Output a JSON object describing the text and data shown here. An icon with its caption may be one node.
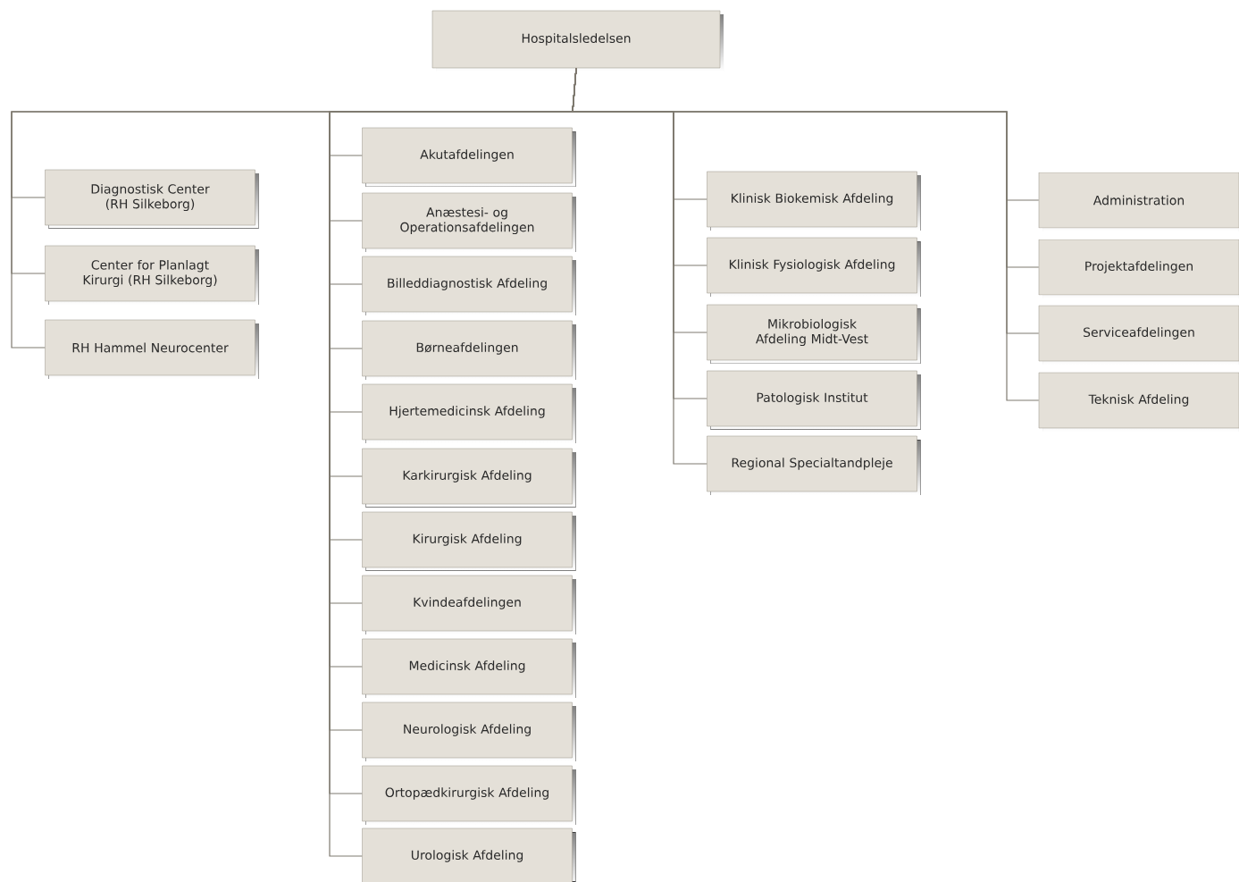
{
  "diagram": {
    "nodes": [
      {
        "text": [
          "Hospitalsledelsen"
        ]
      },
      {
        "text": [
          "Diagnostisk Center (RH Silkeborg)"
        ]
      },
      {
        "text": [
          "Center for Planlagt Kirurgi (RH Silkeborg)"
        ]
      },
      {
        "text": [
          "RH Hammel Neurocenter"
        ]
      },
      {
        "text": [
          "Akutafdelingen"
        ]
      },
      {
        "text": [
          "Anæstesi- og Operationsafdelingen"
        ]
      },
      {
        "text": [
          "Billeddiagnostisk Afdeling"
        ]
      },
      {
        "text": [
          "Børneafdelingen"
        ]
      },
      {
        "text": [
          "Hjertemedicinsk Afdeling"
        ]
      },
      {
        "text": [
          "Karkirurgisk Afdeling"
        ]
      },
      {
        "text": [
          "Kirurgisk Afdeling"
        ]
      },
      {
        "text": [
          "Kvindeafdelingen"
        ]
      },
      {
        "text": [
          "Medicinsk Afdeling"
        ]
      },
      {
        "text": [
          "Neurologisk Afdeling"
        ]
      },
      {
        "text": [
          "Ortopædkirurgisk Afdeling"
        ]
      },
      {
        "text": [
          "Urologisk Afdeling"
        ]
      },
      {
        "text": [
          "Klinisk Biokemisk Afdeling"
        ]
      },
      {
        "text": [
          "Klinisk Fysiologisk Afdeling"
        ]
      },
      {
        "text": [
          "Mikrobiologisk Afdeling Midt-Vest"
        ]
      },
      {
        "text": [
          "Patologisk Institut"
        ]
      },
      {
        "text": [
          "Regional Specialtandpleje"
        ]
      },
      {
        "text": [
          "Administration"
        ]
      },
      {
        "text": [
          "Projektafdelingen"
        ]
      },
      {
        "text": [
          "Serviceafdelingen"
        ]
      },
      {
        "text": [
          "Teknisk Afdeling"
        ]
      }
    ],
    "edges": [
      {
        "from": 0,
        "to": 1,
        "arrow": "none"
      },
      {
        "from": 0,
        "to": 2,
        "arrow": "none"
      },
      {
        "from": 0,
        "to": 3,
        "arrow": "none"
      },
      {
        "from": 0,
        "to": 4,
        "arrow": "none"
      },
      {
        "from": 0,
        "to": 5,
        "arrow": "none"
      },
      {
        "from": 0,
        "to": 6,
        "arrow": "none"
      },
      {
        "from": 0,
        "to": 7,
        "arrow": "none"
      },
      {
        "from": 0,
        "to": 8,
        "arrow": "none"
      },
      {
        "from": 0,
        "to": 9,
        "arrow": "none"
      },
      {
        "from": 0,
        "to": 10,
        "arrow": "none"
      },
      {
        "from": 0,
        "to": 11,
        "arrow": "none"
      },
      {
        "from": 0,
        "to": 12,
        "arrow": "none"
      },
      {
        "from": 0,
        "to": 13,
        "arrow": "none"
      },
      {
        "from": 0,
        "to": 14,
        "arrow": "none"
      },
      {
        "from": 0,
        "to": 15,
        "arrow": "none"
      },
      {
        "from": 0,
        "to": 16,
        "arrow": "none"
      },
      {
        "from": 0,
        "to": 17,
        "arrow": "none"
      },
      {
        "from": 0,
        "to": 18,
        "arrow": "none"
      },
      {
        "from": 0,
        "to": 19,
        "arrow": "none"
      },
      {
        "from": 0,
        "to": 20,
        "arrow": "none"
      },
      {
        "from": 0,
        "to": 21,
        "arrow": "none"
      },
      {
        "from": 0,
        "to": 22,
        "arrow": "none"
      },
      {
        "from": 0,
        "to": 23,
        "arrow": "none"
      },
      {
        "from": 0,
        "to": 24,
        "arrow": "none"
      }
    ]
  }
}
